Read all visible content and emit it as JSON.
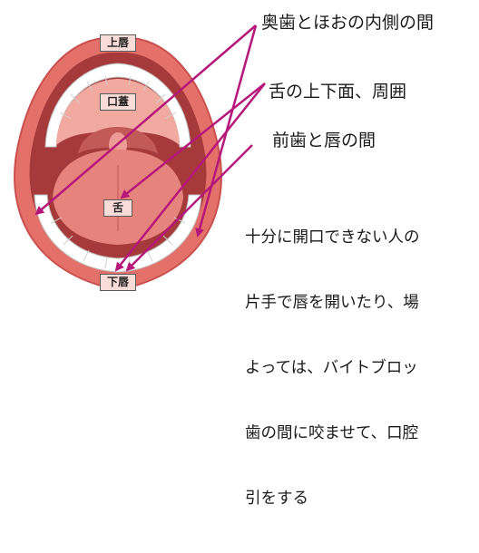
{
  "mouth_labels": {
    "upper_lip": "上唇",
    "palate": "口蓋",
    "tongue": "舌",
    "lower_lip": "下唇"
  },
  "headings": {
    "molars_cheek": "奥歯とほおの内側の間",
    "tongue_surfaces": "舌の上下面、周囲",
    "front_teeth_lips": "前歯と唇の間"
  },
  "note_lines": [
    "十分に開口できない人の",
    "片手で唇を開いたり、場",
    "よっては、バイトブロッ",
    "歯の間に咬ませて、口腔",
    "引をする"
  ],
  "colors": {
    "arrow": "#b5177a",
    "lip": "#e4706a",
    "lip_dark": "#c9504d",
    "mouth_inside": "#a63a3a",
    "palate": "#f2a9a0",
    "tongue": "#e7837d",
    "teeth": "#ffffff",
    "label_box": "#f9dcd8"
  }
}
